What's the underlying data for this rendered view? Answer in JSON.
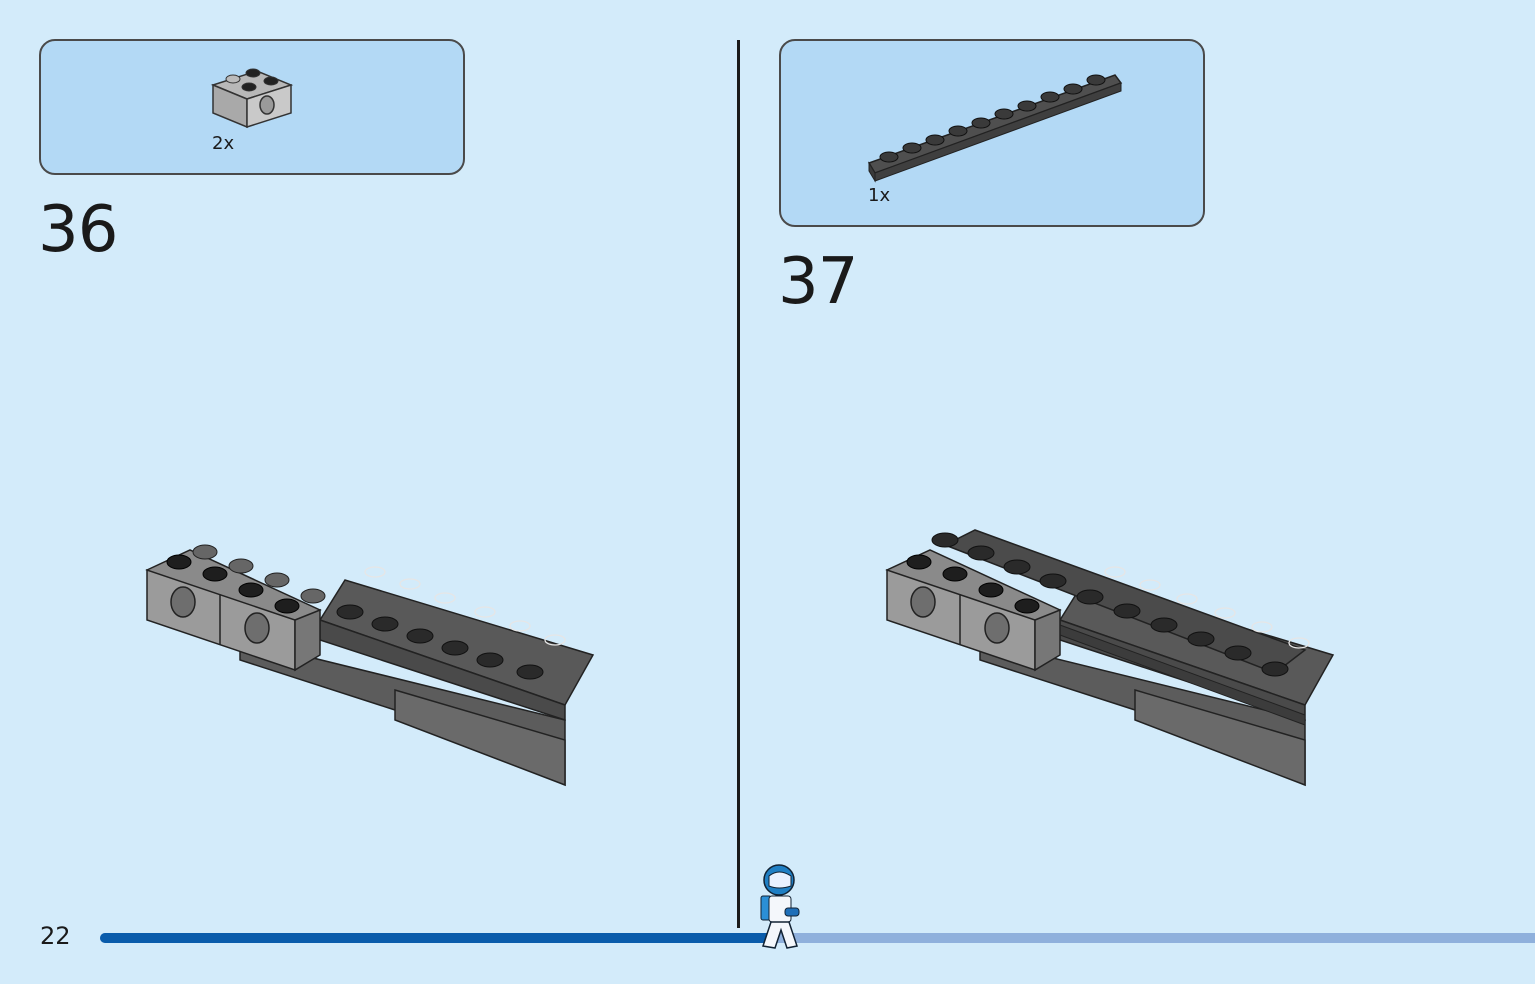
{
  "page": {
    "number": "22",
    "progress": 0.47
  },
  "steps": [
    {
      "number": "36",
      "part_quantity": "2x",
      "part_icon": "light-gray-technic-brick-icon"
    },
    {
      "number": "37",
      "part_quantity": "1x",
      "part_icon": "dark-gray-long-plate-icon"
    }
  ],
  "colors": {
    "background": "#d3ebfa",
    "callout": "#b3d9f5",
    "progress_done": "#0a5cab",
    "progress_todo": "#8fb0dc"
  }
}
